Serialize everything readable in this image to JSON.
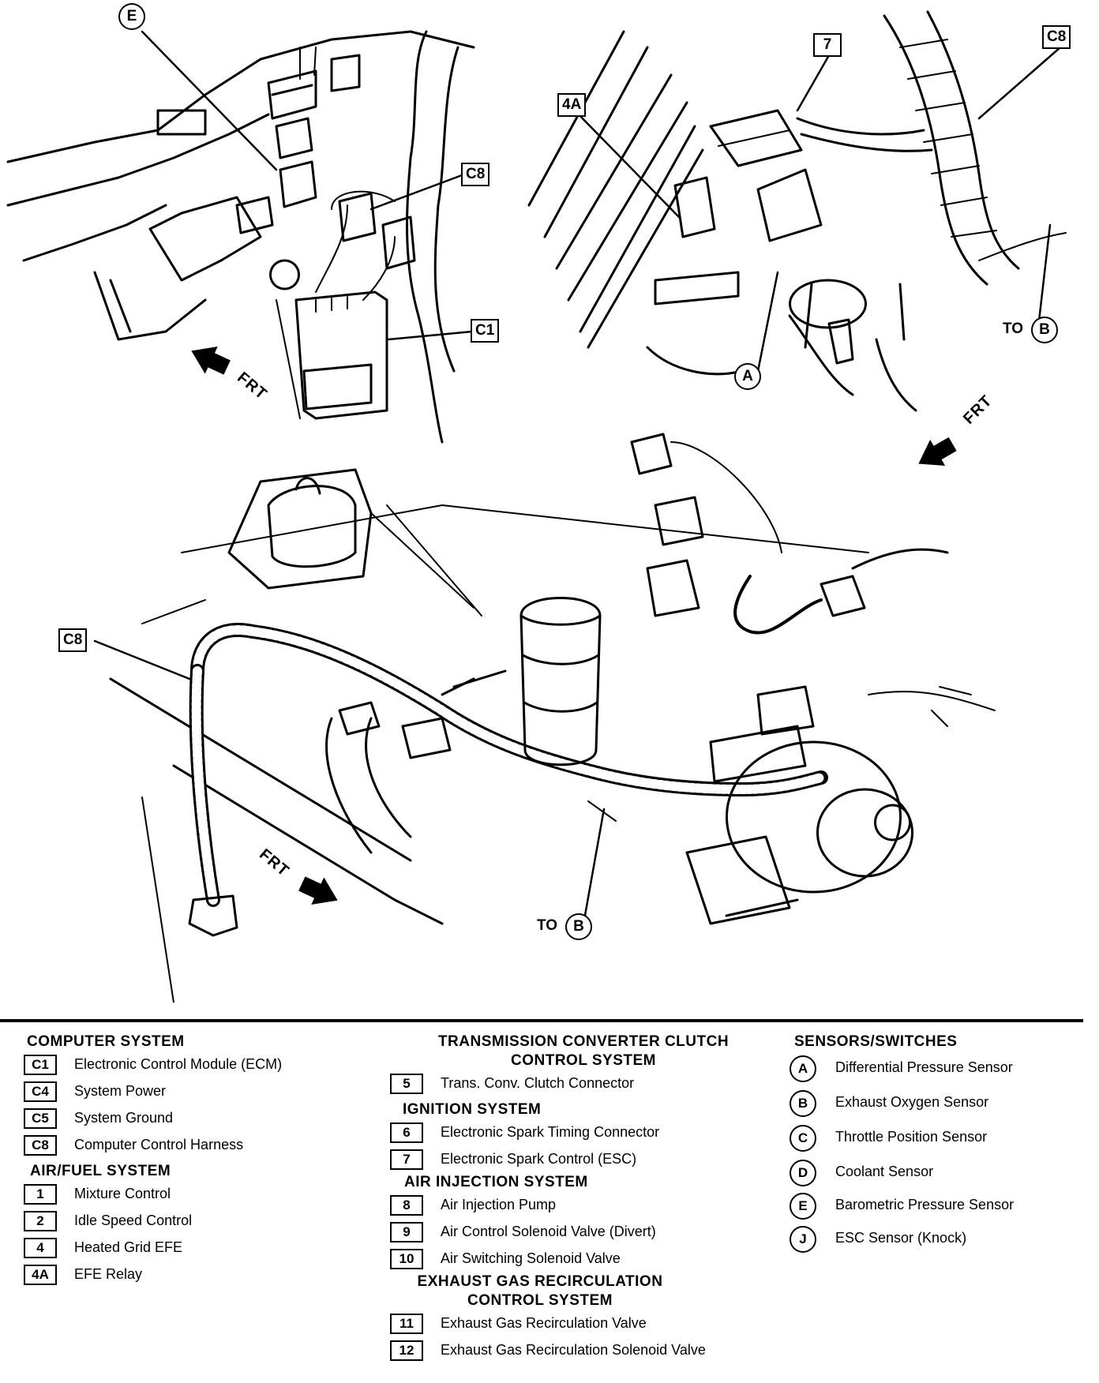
{
  "diagram": {
    "callouts": {
      "e_top": "E",
      "c8_upper": "C8",
      "c1": "C1",
      "seven": "7",
      "four_a": "4A",
      "c8_right": "C8",
      "a": "A",
      "c8_lower": "C8"
    },
    "to_b_right": {
      "prefix": "TO",
      "target": "B"
    },
    "to_b_bottom": {
      "prefix": "TO",
      "target": "B"
    },
    "frt_labels": [
      "FRT",
      "FRT",
      "FRT"
    ]
  },
  "legend": {
    "computer_system": {
      "title": "COMPUTER SYSTEM",
      "items": [
        {
          "code": "C1",
          "label": "Electronic Control Module (ECM)"
        },
        {
          "code": "C4",
          "label": "System Power"
        },
        {
          "code": "C5",
          "label": "System Ground"
        },
        {
          "code": "C8",
          "label": "Computer Control Harness"
        }
      ]
    },
    "air_fuel_system": {
      "title": "AIR/FUEL SYSTEM",
      "items": [
        {
          "code": "1",
          "label": "Mixture Control"
        },
        {
          "code": "2",
          "label": "Idle Speed Control"
        },
        {
          "code": "4",
          "label": "Heated Grid EFE"
        },
        {
          "code": "4A",
          "label": "EFE Relay"
        }
      ]
    },
    "tcc_system": {
      "title_line1": "TRANSMISSION CONVERTER CLUTCH",
      "title_line2": "CONTROL SYSTEM",
      "items": [
        {
          "code": "5",
          "label": "Trans. Conv. Clutch Connector"
        }
      ]
    },
    "ignition_system": {
      "title": "IGNITION SYSTEM",
      "items": [
        {
          "code": "6",
          "label": "Electronic Spark Timing Connector"
        },
        {
          "code": "7",
          "label": "Electronic Spark Control (ESC)"
        }
      ]
    },
    "air_injection_system": {
      "title": "AIR INJECTION SYSTEM",
      "items": [
        {
          "code": "8",
          "label": "Air Injection Pump"
        },
        {
          "code": "9",
          "label": "Air Control Solenoid Valve (Divert)"
        },
        {
          "code": "10",
          "label": "Air Switching Solenoid Valve"
        }
      ]
    },
    "egr_system": {
      "title_line1": "EXHAUST GAS RECIRCULATION",
      "title_line2": "CONTROL SYSTEM",
      "items": [
        {
          "code": "11",
          "label": "Exhaust Gas Recirculation Valve"
        },
        {
          "code": "12",
          "label": "Exhaust Gas Recirculation Solenoid Valve"
        }
      ]
    },
    "sensors_switches": {
      "title": "SENSORS/SWITCHES",
      "items": [
        {
          "code": "A",
          "label": "Differential Pressure Sensor"
        },
        {
          "code": "B",
          "label": "Exhaust Oxygen Sensor"
        },
        {
          "code": "C",
          "label": "Throttle Position Sensor"
        },
        {
          "code": "D",
          "label": "Coolant Sensor"
        },
        {
          "code": "E",
          "label": "Barometric Pressure Sensor"
        },
        {
          "code": "J",
          "label": "ESC Sensor (Knock)"
        }
      ]
    }
  }
}
